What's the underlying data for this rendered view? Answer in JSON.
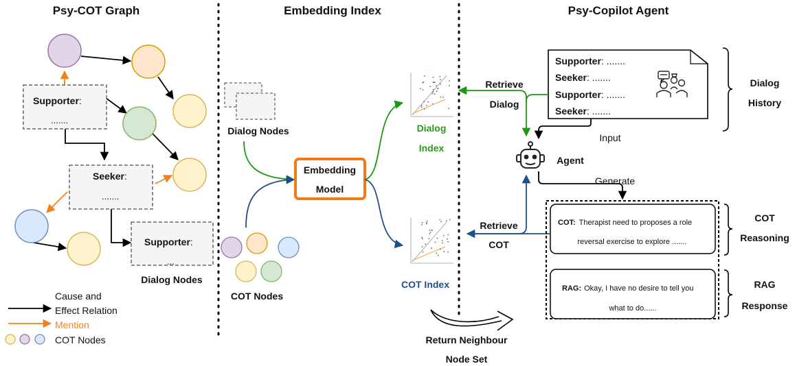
{
  "sections": {
    "graph": "Psy-COT Graph",
    "embedding": "Embedding Index",
    "agent": "Psy-Copilot Agent"
  },
  "graph": {
    "supporter_box_1": "Supporter",
    "supporter_box_1_colon": ":",
    "supporter_box_1_dots": ".......",
    "seeker_box": "Seeker",
    "seeker_box_colon": ":",
    "seeker_box_dots": ".......",
    "supporter_box_2": "Supporter",
    "supporter_box_2_colon": ":",
    "supporter_box_2_dots": "...",
    "dialog_nodes_label": "Dialog Nodes",
    "legend": {
      "cause_line1": "Cause and",
      "cause_line2": "Effect Relation",
      "mention": "Mention",
      "cot_nodes": "COT Nodes"
    }
  },
  "embedding": {
    "dialog_nodes_label": "Dialog Nodes",
    "model_line1": "Embedding",
    "model_line2": "Model",
    "cot_nodes_label": "COT Nodes",
    "dialog_index_line1": "Dialog",
    "dialog_index_line2": "Index",
    "cot_index": "COT Index",
    "return_line1": "Return Neighbour",
    "return_line2": "Node Set"
  },
  "agent": {
    "retrieve_dialog_line1": "Retrieve",
    "retrieve_dialog_line2": "Dialog",
    "retrieve_cot_line1": "Retrieve",
    "retrieve_cot_line2": "COT",
    "history_lines": [
      {
        "speaker": "Supporter",
        "text": ": ......."
      },
      {
        "speaker": "Seeker",
        "text": ": ......."
      },
      {
        "speaker": "Supporter",
        "text": ": ......."
      },
      {
        "speaker": "Seeker",
        "text": ": ......."
      }
    ],
    "input": "Input",
    "agent_label": "Agent",
    "generate": "Generate",
    "cot_prefix": "COT:",
    "cot_text_line1": "Therapist need to proposes a role",
    "cot_text_line2": "reversal exercise to explore .......",
    "rag_prefix": "RAG:",
    "rag_text_line1": "Okay, I have no desire to tell you",
    "rag_text_line2": "what to do......",
    "dialog_history_line1": "Dialog",
    "dialog_history_line2": "History",
    "cot_reasoning_line1": "COT",
    "cot_reasoning_line2": "Reasoning",
    "rag_response_line1": "RAG",
    "rag_response_line2": "Response"
  },
  "colors": {
    "purple_fill": "#e1d5e7",
    "purple_stroke": "#9673a6",
    "orange_fill": "#ffe6cc",
    "orange_stroke": "#d79b00",
    "yellow_fill": "#fff2cc",
    "yellow_stroke": "#d6b656",
    "green_fill": "#d5e8d4",
    "green_stroke": "#82b366",
    "blue_fill": "#dae8fc",
    "blue_stroke": "#6c8ebf",
    "mention": "#f0821e",
    "model_border": "#f07b14",
    "green_line": "#1a9a12",
    "blue_line": "#1f4e8c",
    "green_text": "#2a9a1a",
    "blue_text": "#1f4e8c"
  },
  "icons": [
    "people-group-icon",
    "robot-agent-icon",
    "scatter-plot-icon"
  ]
}
